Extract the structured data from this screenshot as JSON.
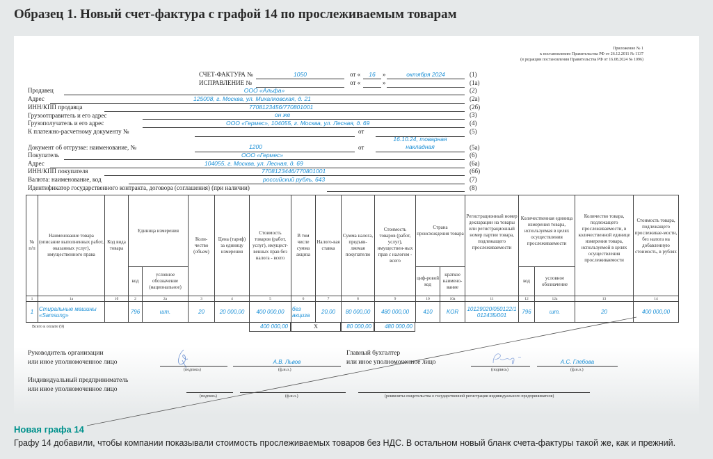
{
  "title": "Образец 1. Новый счет-фактура с графой 14 по прослеживаемым товарам",
  "appendix": [
    "Приложение № 1",
    "к  постановлению Правительства РФ от 26.12.2011 № 1137",
    "(в редакции постановления Правительства РФ от 16.08.2024 № 1096)"
  ],
  "invoice": {
    "label": "СЧЕТ-ФАКТУРА №",
    "number": "1050",
    "from": "от «",
    "close": "»",
    "day": "16",
    "month_year": "октября 2024",
    "code": "(1)"
  },
  "correction": {
    "label": "ИСПРАВЛЕНИЕ №",
    "from": "от «",
    "close": "»",
    "code": "(1а)"
  },
  "fields": [
    {
      "label": "Продавец",
      "value": "ООО «Альфа»",
      "code": "(2)"
    },
    {
      "label": "Адрес",
      "value": "125008, г. Москва, ул. Михалковская, д. 21",
      "code": "(2а)"
    },
    {
      "label": "ИНН/КПП продавца",
      "value": "7708123456/770801001",
      "code": "(2б)"
    },
    {
      "label": "Грузоотправитель и его адрес",
      "value": "он же",
      "code": "(3)"
    },
    {
      "label": "Грузополучатель и его адрес",
      "value": "ООО «Гермес», 104055, г. Москва, ул. Лесная, д. 69",
      "code": "(4)"
    },
    {
      "label": "К платежно-расчетному документу №",
      "value": "",
      "from": "от",
      "code": "(5)"
    },
    {
      "label": "Документ об отгрузке: наименование, №",
      "value": "1200",
      "from": "от",
      "date_line1": "16.10.24, товарная",
      "date_line2": "накладная",
      "code": "(5а)"
    },
    {
      "label": "Покупатель",
      "value": "ООО «Гермес»",
      "code": "(6)"
    },
    {
      "label": "Адрес",
      "value": "104055, г. Москва, ул. Лесная, д. 69",
      "code": "(6а)"
    },
    {
      "label": "ИНН/КПП покупателя",
      "value": "7708123446/770801001",
      "code": "(6б)"
    },
    {
      "label": "Валюта: наименование, код",
      "value": "российский рубль, 643",
      "code": "(7)"
    },
    {
      "label": "Идентификатор государственного контракта, договора (соглашения) (при наличии)",
      "value": "",
      "code": "(8)"
    }
  ],
  "table": {
    "headers": {
      "c1": "№ п/п",
      "c1a": "Наименование товара (описание выполненных работ, оказанных услуг), имущественного права",
      "c1b": "Код вида товара",
      "unit": "Единица измерения",
      "unit_code": "код",
      "unit_name": "условное обозначение (национальное)",
      "c3": "Коли-чество (объем)",
      "c4": "Цена (тариф) за единицу измерения",
      "c5": "Стоимость товаров (работ, услуг), имущест-венных прав без налога - всего",
      "c6": "В том числе сумма акциза",
      "c7": "Налого-вая ставка",
      "c8": "Сумма налога, предъяв-ляемая покупателю",
      "c9": "Стоимость товаров (работ, услуг), имуществен-ных прав с налогом - всего",
      "country": "Страна происхождения товара",
      "country_code": "циф-ровой код",
      "country_name": "краткое наимено-вание",
      "c11": "Регистрационный номер декларации на товары или регистрационный номер партии товара, подлежащего прослеживаемости",
      "trace_unit": "Количественная единица измерения товара, используемая в целях осуществления прослеживаемости",
      "trace_code": "код",
      "trace_name": "условное обозначение",
      "c13": "Количество товара, подлежащего прослеживаемости, в количественной единице измерения товара, используемой в целях осуществления прослеживаемости",
      "c14": "Стоимость товара, подлежащего прослеживае-мости, без налога на добавленную стоимость, в рублях"
    },
    "numbers": [
      "1",
      "1а",
      "1б",
      "2",
      "2а",
      "3",
      "4",
      "5",
      "6",
      "7",
      "8",
      "9",
      "10",
      "10а",
      "11",
      "12",
      "12а",
      "13",
      "14"
    ],
    "row": [
      "1",
      "Стиральные машины «Samsung»",
      "",
      "796",
      "шт.",
      "20",
      "20 000,00",
      "400 000,00",
      "без акциза",
      "20,00",
      "80 000,00",
      "480 000,00",
      "410",
      "KOR",
      "10129020/050122/1012435/001",
      "796",
      "шт.",
      "20",
      "400 000,00"
    ],
    "total_label": "Всего к оплате (9)",
    "total_5": "400 000,00",
    "total_x": "X",
    "total_8": "80 000,00",
    "total_9": "480 000,00"
  },
  "signatures": {
    "head_l1": "Руководитель организации",
    "head_l2": "или иное уполномоченное лицо",
    "head_name": "А.В. Львов",
    "acc_l1": "Главный бухгалтер",
    "acc_l2": "или иное уполномоченное лицо",
    "acc_name": "А.С. Глебова",
    "ip_l1": "Индивидуальный предприниматель",
    "ip_l2": "или иное уполномоченное лицо",
    "sign": "(подпись)",
    "fio": "(ф.и.о.)",
    "ip_req": "(реквизиты свидетельства о государственной регистрации индивидуального предпринимателя)"
  },
  "caption": {
    "heading": "Новая графа 14",
    "text": "Графу 14 добавили, чтобы компании показывали стоимость прослеживаемых товаров без НДС. В остальном новый бланк счета-фактуры такой же, как и прежний."
  },
  "colors": {
    "value_blue": "#1a8fd6",
    "caption_teal": "#00918c"
  }
}
